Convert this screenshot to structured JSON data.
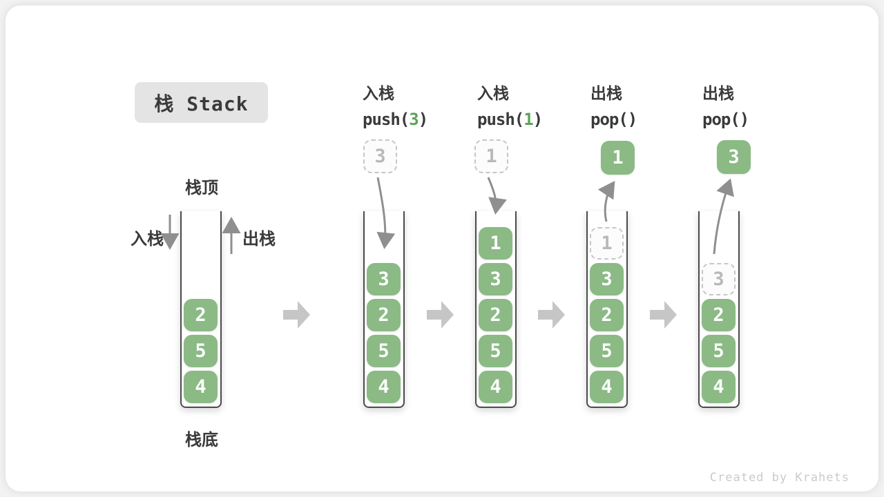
{
  "title": "栈 Stack",
  "watermark": "Created by Krahets",
  "stack_labels": {
    "top": "栈顶",
    "bottom": "栈底",
    "push_in": "入栈",
    "pop_out": "出栈"
  },
  "colors": {
    "block_green": "#8bba85",
    "code_arg_green": "#5aa457",
    "ghost_grey": "#c6c6c6",
    "flow_arrow_grey": "#c6c6c6",
    "curve_arrow_grey": "#8f8f8f",
    "text_dark": "#3a3a3a",
    "title_badge_bg": "#e4e4e4"
  },
  "steps": [
    {
      "stack": [
        "2",
        "5",
        "4"
      ]
    },
    {
      "op": "入栈",
      "code_pre": "push(",
      "code_arg": "3",
      "code_post": ")",
      "floating": "3",
      "stack": [
        "3",
        "2",
        "5",
        "4"
      ]
    },
    {
      "op": "入栈",
      "code_pre": "push(",
      "code_arg": "1",
      "code_post": ")",
      "floating": "1",
      "stack": [
        "1",
        "3",
        "2",
        "5",
        "4"
      ]
    },
    {
      "op": "出栈",
      "code_pre": "pop()",
      "code_arg": "",
      "code_post": "",
      "floating": "1",
      "ghost": "1",
      "stack": [
        "3",
        "2",
        "5",
        "4"
      ]
    },
    {
      "op": "出栈",
      "code_pre": "pop()",
      "code_arg": "",
      "code_post": "",
      "floating": "3",
      "ghost": "3",
      "stack": [
        "2",
        "5",
        "4"
      ]
    }
  ]
}
